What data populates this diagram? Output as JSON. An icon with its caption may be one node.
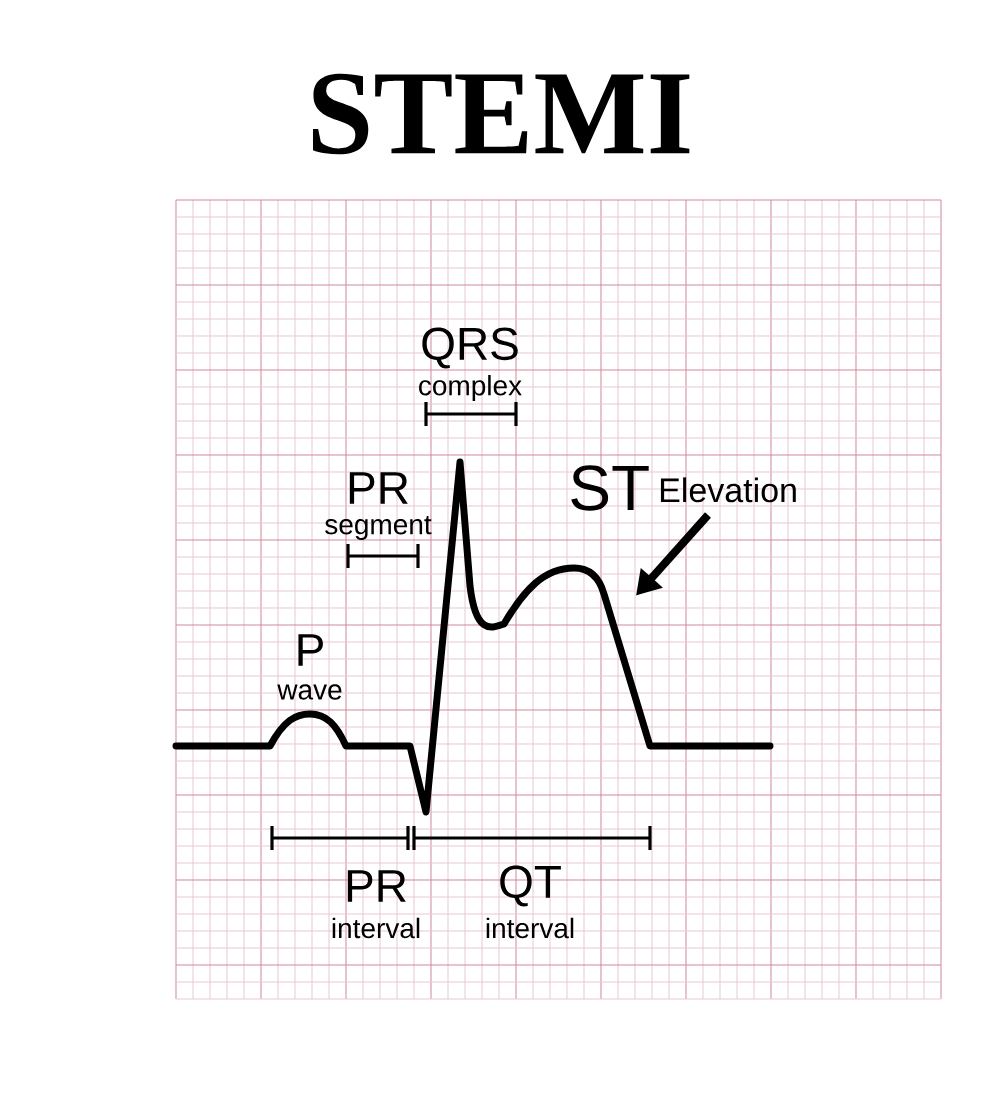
{
  "diagram": {
    "title": "STEMI",
    "nodes": [
      {
        "text": [
          "ST",
          "Elevation"
        ]
      },
      {
        "text": [],
        "shape": "picture"
      }
    ],
    "edges": [
      {
        "from": 0,
        "to": 1,
        "arrow": "to"
      }
    ],
    "labels": [
      "QRS",
      "complex",
      "PR",
      "segment",
      "P",
      "wave",
      "PR",
      "interval",
      "QT",
      "interval"
    ]
  }
}
